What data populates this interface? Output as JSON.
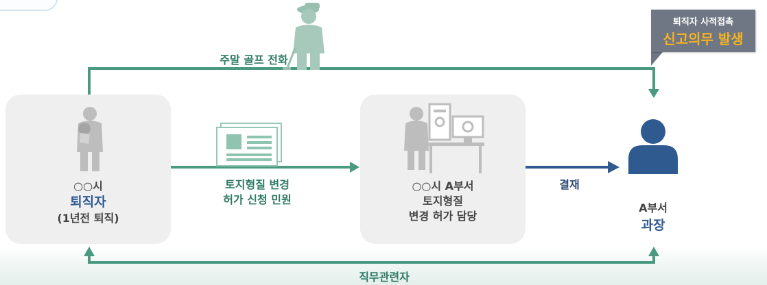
{
  "left_box": {
    "line1": "○○시",
    "line2": "퇴직자",
    "line3": "(1년전 퇴직)"
  },
  "middle_box": {
    "line1": "○○시 A부서",
    "line2": "토지형질",
    "line3": "변경 허가 담당"
  },
  "right_person": {
    "line1": "A부서",
    "line2": "과장"
  },
  "arrows": {
    "top_label": "주말 골프 전화",
    "middle_label_1": "토지형질 변경",
    "middle_label_2": "허가 신청 민원",
    "approval_label": "결재",
    "bottom_label": "직무관련자"
  },
  "callout": {
    "top": "퇴직자 사적접촉",
    "main": "신고의무 발생"
  },
  "icons": {
    "golfer": "golfer-figure-icon",
    "retiree": "person-with-ball-icon",
    "document": "application-document-icon",
    "officer": "officer-at-computer-icon",
    "manager": "manager-person-icon"
  },
  "colors": {
    "green": "#4a9a82",
    "navy": "#2f5a90",
    "box": "#efefef",
    "callout_bg": "#6f7684",
    "callout_text": "#f4b321"
  }
}
